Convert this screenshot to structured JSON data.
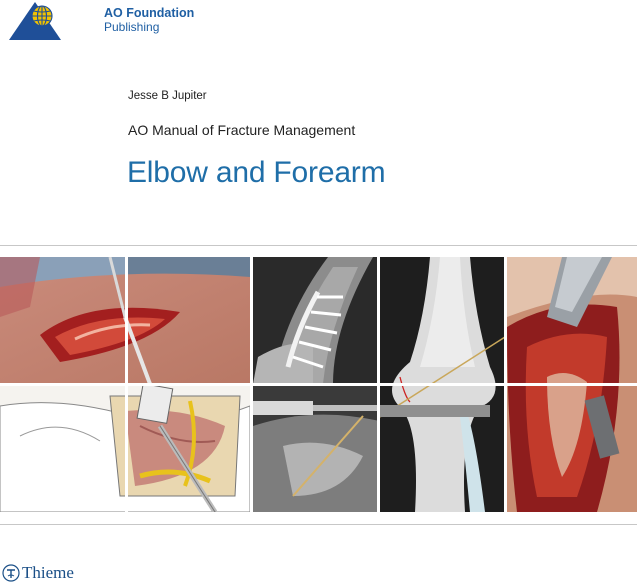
{
  "publisher": {
    "name": "AO Foundation",
    "division": "Publishing"
  },
  "author": "Jesse B Jupiter",
  "series": "AO Manual of Fracture Management",
  "title": "Elbow and Forearm",
  "imprint": "Thieme",
  "colors": {
    "brand_blue": "#1f5fa3",
    "title_blue": "#1f6ea8",
    "logo_yellow": "#f2c200",
    "rule_grey": "#c7c7c7"
  },
  "images": [
    "surgical-incision-photo",
    "elbow-anatomy-illustration",
    "plated-bone-xray",
    "drill-guide-xray",
    "elbow-fracture-illustration",
    "surgical-exposure-photo"
  ]
}
